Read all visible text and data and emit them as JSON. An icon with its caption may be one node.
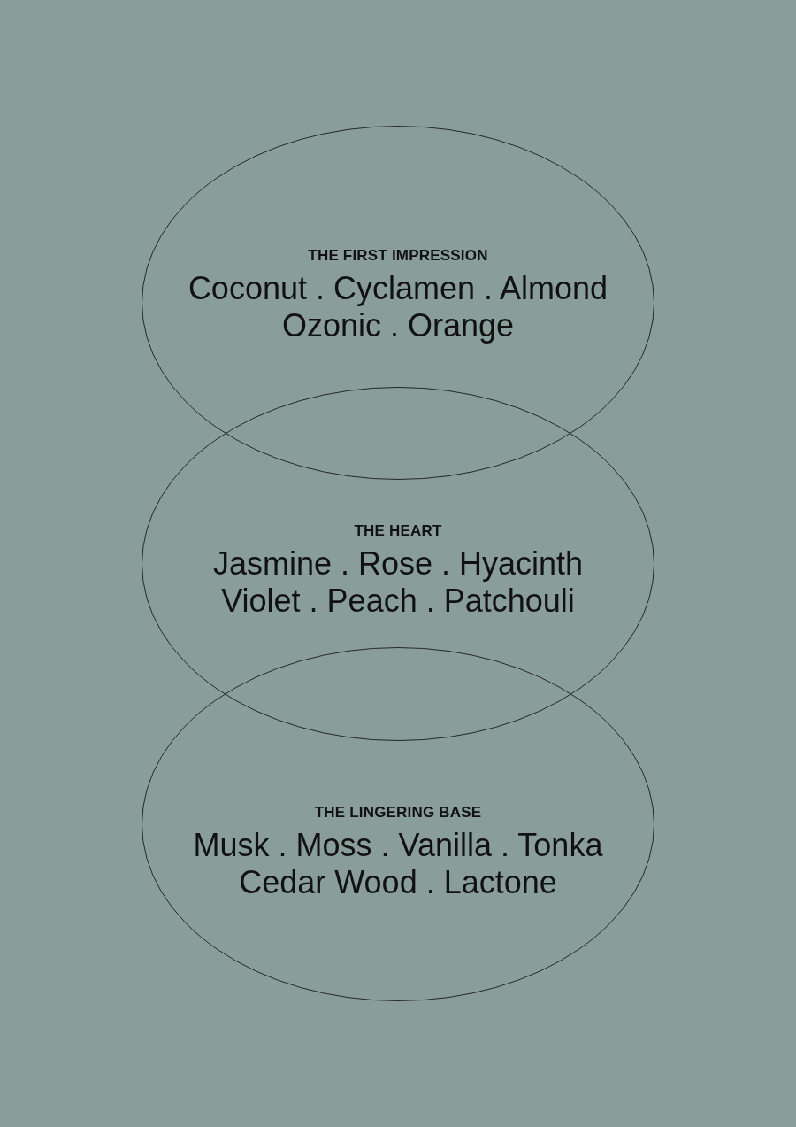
{
  "diagram": {
    "nodes": [
      {
        "text": [
          "THE FIRST IMPRESSION",
          "Coconut . Cyclamen . Almond Ozonic . Orange"
        ]
      },
      {
        "text": [
          "THE HEART",
          "Jasmine . Rose . Hyacinth Violet . Peach . Patchouli"
        ]
      },
      {
        "text": [
          "THE LINGERING BASE",
          "Musk . Moss . Vanilla . Tonka Cedar Wood . Lactone"
        ]
      }
    ]
  }
}
